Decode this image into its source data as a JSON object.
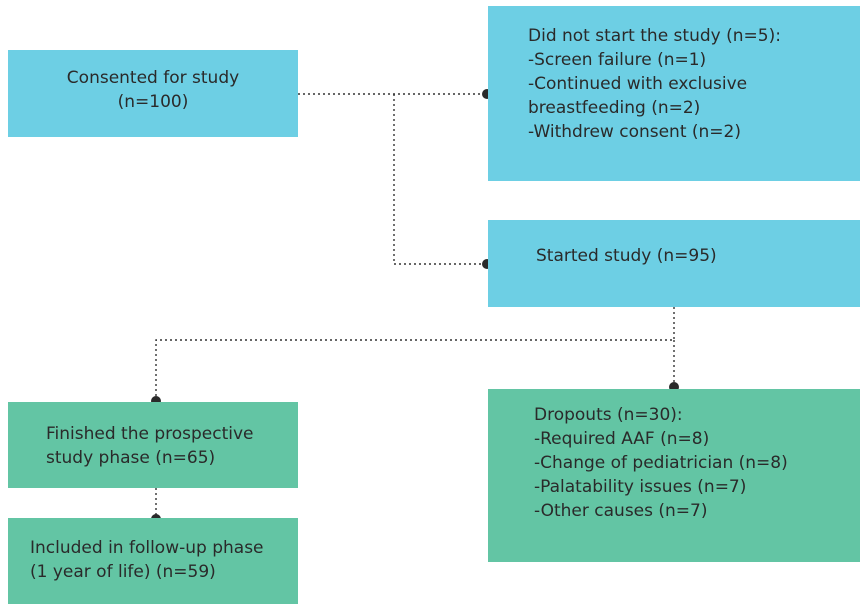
{
  "consented": {
    "lines": [
      "Consented for study",
      "(n=100)"
    ]
  },
  "did_not_start": {
    "lines": [
      "Did not start the study (n=5):",
      "-Screen failure (n=1)",
      "-Continued with exclusive",
      "breastfeeding (n=2)",
      "-Withdrew consent (n=2)"
    ]
  },
  "started": {
    "lines": [
      "Started study (n=95)"
    ]
  },
  "finished": {
    "lines": [
      "Finished the prospective",
      "study phase (n=65)"
    ]
  },
  "included": {
    "lines": [
      "Included in follow-up phase",
      "(1 year of life) (n=59)"
    ]
  },
  "dropouts": {
    "lines": [
      "Dropouts (n=30):",
      "-Required AAF (n=8)",
      "-Change of pediatrician (n=8)",
      "-Palatability issues (n=7)",
      "-Other causes (n=7)"
    ]
  },
  "colors": {
    "blue_box": "#6dcfe4",
    "green_box": "#63c5a4",
    "connector": "#333333"
  }
}
